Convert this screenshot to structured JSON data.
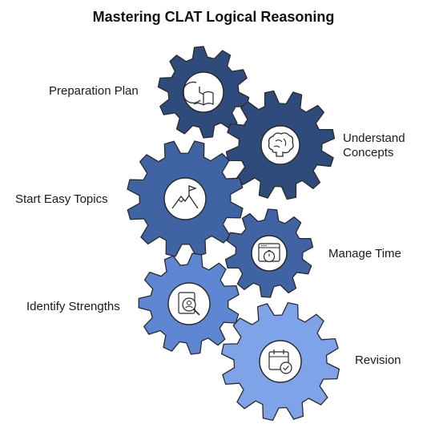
{
  "title": "Mastering CLAT Logical Reasoning",
  "colors": {
    "gear_dark": "#2f4b7c",
    "gear_mid": "#3f63a3",
    "gear_light": "#5f86d3",
    "gear_lighter": "#7fa3e8",
    "outline": "#2a2a2a"
  },
  "steps": [
    {
      "label": "Preparation Plan",
      "icon": "clock-book-icon",
      "color": "gear_dark"
    },
    {
      "label_lines": [
        "Understand",
        "Concepts"
      ],
      "icon": "brain-icon",
      "color": "gear_dark"
    },
    {
      "label": "Start Easy Topics",
      "icon": "mountain-flag-icon",
      "color": "gear_mid"
    },
    {
      "label": "Manage Time",
      "icon": "stopwatch-window-icon",
      "color": "gear_mid"
    },
    {
      "label": "Identify Strengths",
      "icon": "profile-search-icon",
      "color": "gear_light"
    },
    {
      "label": "Revision",
      "icon": "calendar-check-icon",
      "color": "gear_lighter"
    }
  ]
}
